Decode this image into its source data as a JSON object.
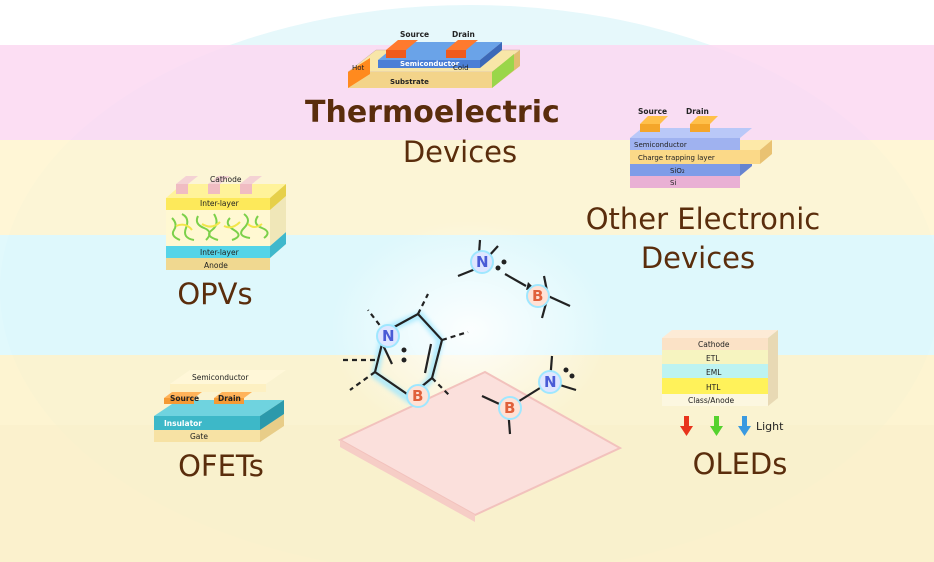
{
  "sections": {
    "thermoelectric": {
      "title_line1": "Thermoelectric",
      "title_line2": "Devices",
      "layers": {
        "source": "Source",
        "drain": "Drain",
        "semiconductor": "Semiconductor",
        "substrate": "Substrate",
        "hot": "Hot",
        "cold": "Cold"
      }
    },
    "other": {
      "title_line1": "Other Electronic",
      "title_line2": "Devices",
      "layers": {
        "source": "Source",
        "drain": "Drain",
        "semiconductor": "Semiconductor",
        "charge": "Charge trapping layer",
        "sio2": "SiO₂",
        "si": "Si"
      }
    },
    "opv": {
      "title": "OPVs",
      "layers": {
        "cathode": "Cathode",
        "inter_top": "Inter-layer",
        "inter_bottom": "Inter-layer",
        "anode": "Anode"
      }
    },
    "ofet": {
      "title": "OFETs",
      "layers": {
        "semiconductor": "Semiconductor",
        "source": "Source",
        "drain": "Drain",
        "insulator": "Insulator",
        "gate": "Gate"
      }
    },
    "oled": {
      "title": "OLEDs",
      "layers": {
        "cathode": "Cathode",
        "etl": "ETL",
        "eml": "EML",
        "htl": "HTL",
        "anode": "Class/Anode"
      },
      "light_label": "Light"
    }
  },
  "molecules": {
    "ring": {
      "n": "N",
      "b": "B"
    },
    "pair_top": {
      "n": "N",
      "b": "B"
    },
    "pair_bottom": {
      "n": "N",
      "b": "B"
    }
  },
  "colors": {
    "label_text": "#5a2d0c",
    "nitrogen": "#4a5bd6",
    "boron": "#e0603a",
    "glow": "#9fe7ff",
    "band_pink": "#fad5f0",
    "band_yellow": "#fff3c2",
    "band_cyan": "#d7f7fb"
  }
}
